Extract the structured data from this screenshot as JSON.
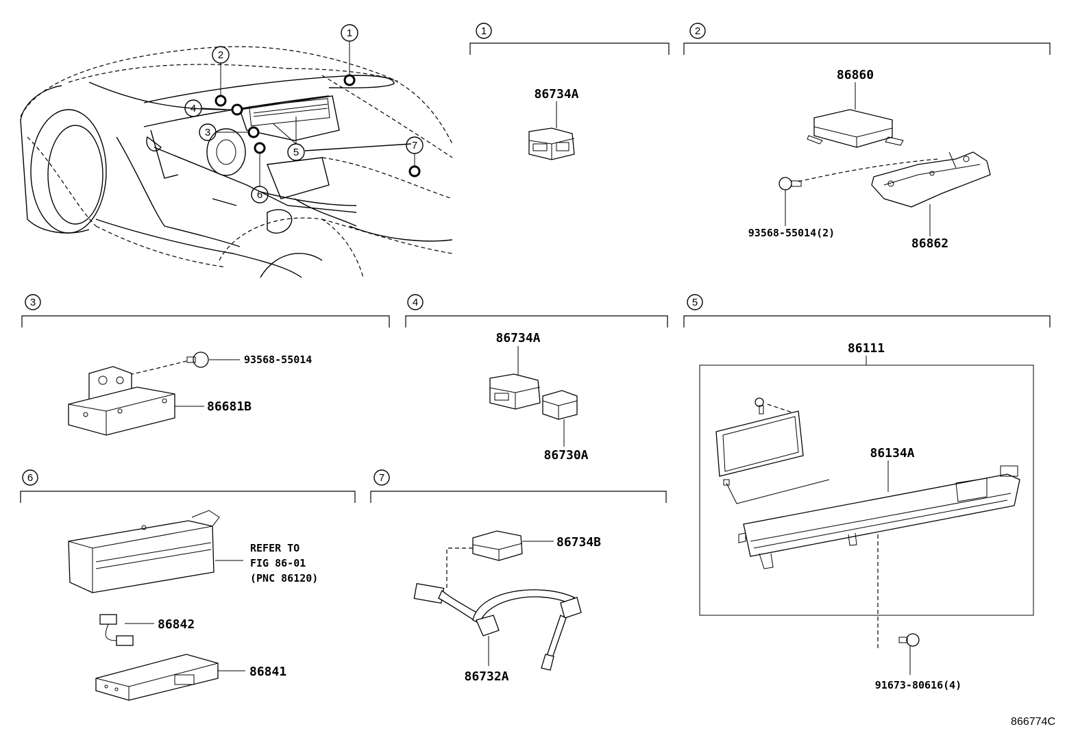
{
  "figure_id": "866774C",
  "overview": {
    "callouts": [
      "1",
      "2",
      "3",
      "4",
      "5",
      "6",
      "7"
    ]
  },
  "sections": [
    {
      "num": "1",
      "parts": [
        "86734A"
      ]
    },
    {
      "num": "2",
      "parts": [
        "86860",
        "93568-55014(2)",
        "86862"
      ]
    },
    {
      "num": "3",
      "parts": [
        "93568-55014",
        "86681B"
      ]
    },
    {
      "num": "4",
      "parts": [
        "86734A",
        "86730A"
      ]
    },
    {
      "num": "5",
      "parts": [
        "86111",
        "86134A",
        "91673-80616(4)"
      ]
    },
    {
      "num": "6",
      "parts": [
        "86842",
        "86841"
      ],
      "note": [
        "REFER TO",
        "FIG 86-01",
        "(PNC 86120)"
      ]
    },
    {
      "num": "7",
      "parts": [
        "86734B",
        "86732A"
      ]
    }
  ]
}
